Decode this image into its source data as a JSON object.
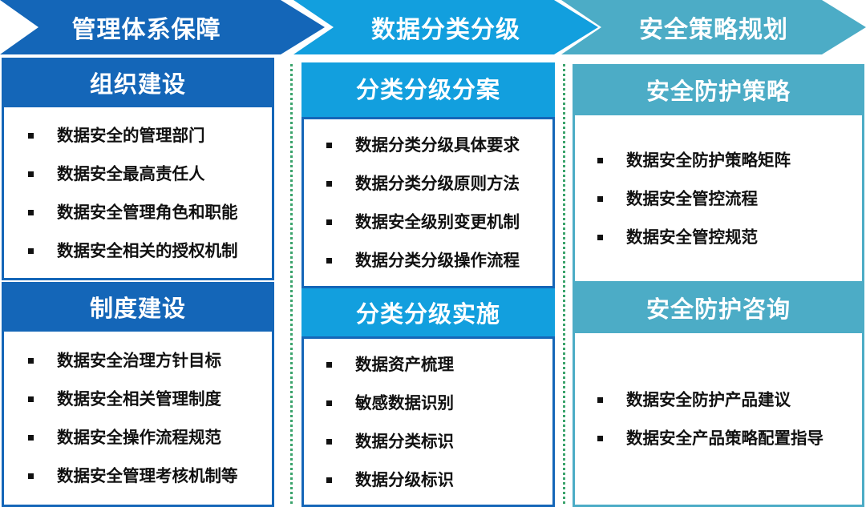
{
  "arrows": [
    "管理体系保障",
    "数据分类分级",
    "安全策略规划"
  ],
  "columns": [
    {
      "sections": [
        {
          "title": "组织建设",
          "items": [
            "数据安全的管理部门",
            "数据安全最高责任人",
            "数据安全管理角色和职能",
            "数据安全相关的授权机制"
          ]
        },
        {
          "title": "制度建设",
          "items": [
            "数据安全治理方针目标",
            "数据安全相关管理制度",
            "数据安全操作流程规范",
            "数据安全管理考核机制等"
          ]
        }
      ]
    },
    {
      "sections": [
        {
          "title": "分类分级分案",
          "items": [
            "数据分类分级具体要求",
            "数据分类分级原则方法",
            "数据安全级别变更机制",
            "数据分类分级操作流程"
          ]
        },
        {
          "title": "分类分级实施",
          "items": [
            "数据资产梳理",
            "敏感数据识别",
            "数据分类标识",
            "数据分级标识"
          ]
        }
      ]
    },
    {
      "sections": [
        {
          "title": "安全防护策略",
          "items": [
            "数据安全防护策略矩阵",
            "数据安全管控流程",
            "数据安全管控规范"
          ]
        },
        {
          "title": "安全防护咨询",
          "items": [
            "数据安全防护产品建议",
            "数据安全产品策略配置指导"
          ]
        }
      ]
    }
  ],
  "colors": {
    "dark_blue": "#1466b8",
    "mid_blue": "#129fde",
    "teal": "#4cacc6",
    "divider_green": "#3aa36b"
  }
}
